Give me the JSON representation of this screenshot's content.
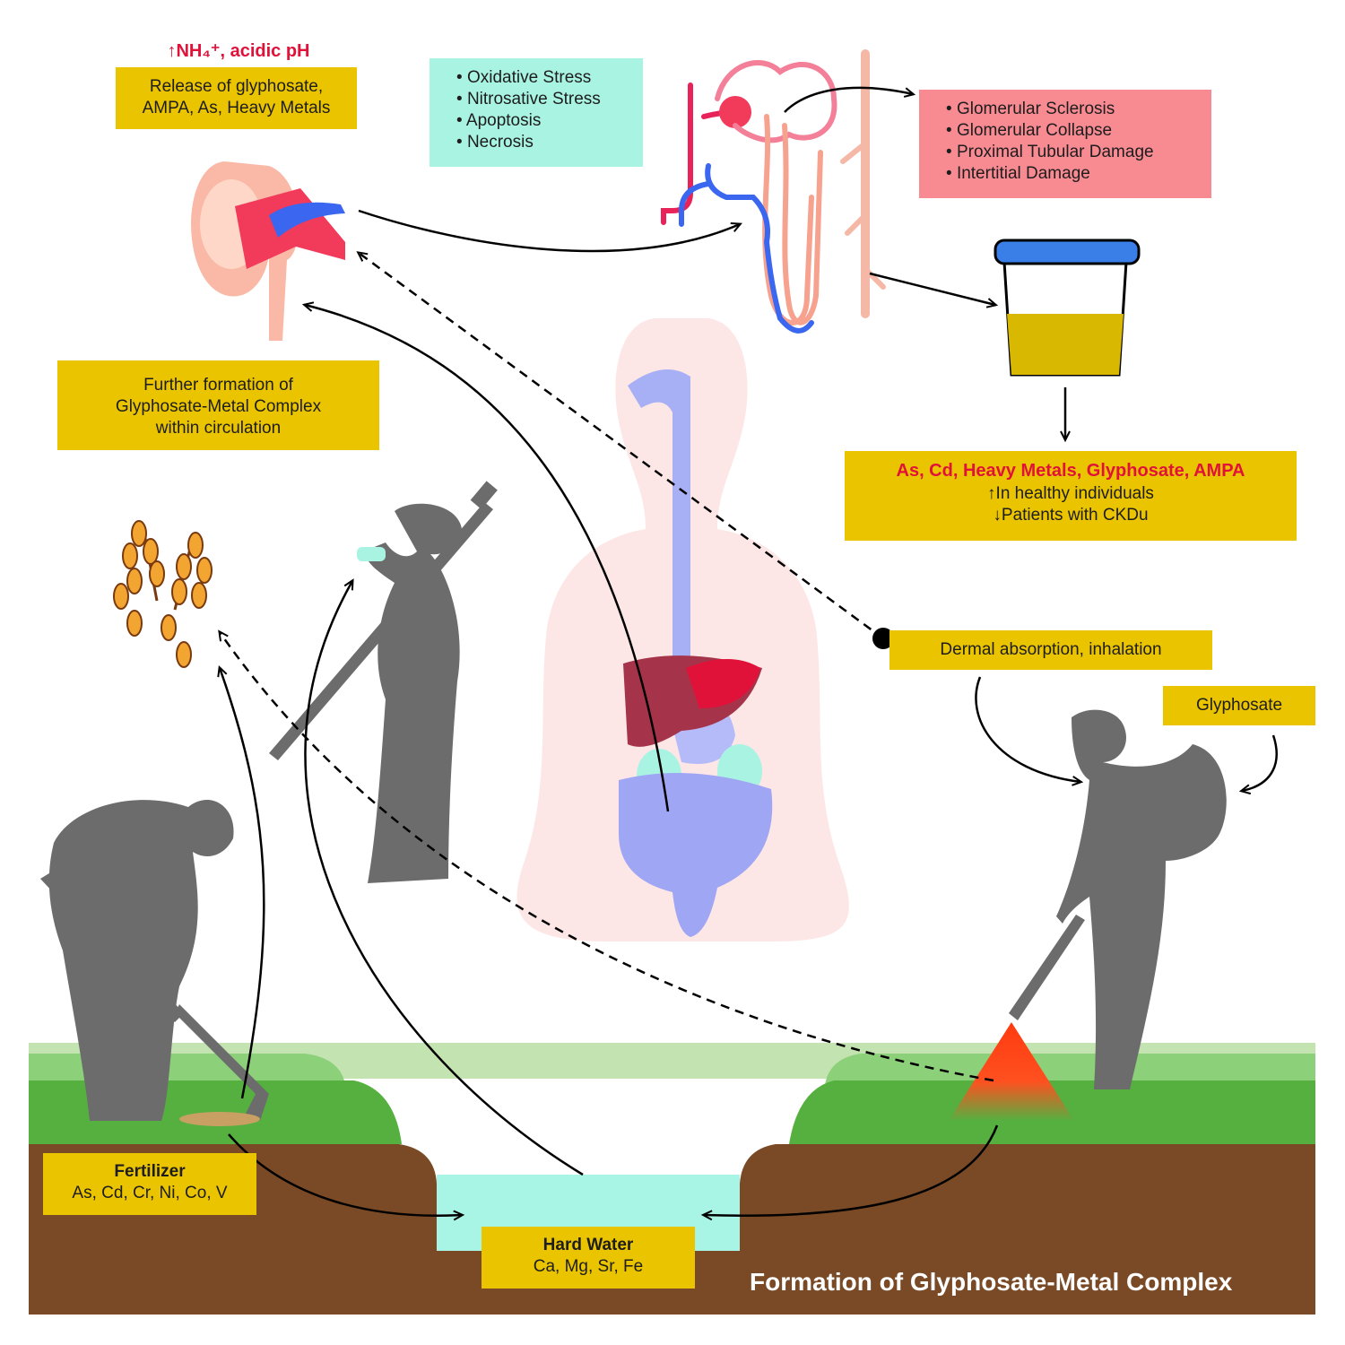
{
  "top_note": {
    "text": "↑NH₄⁺, acidic pH"
  },
  "release_box": {
    "line1": "Release of glyphosate,",
    "line2": "AMPA, As, Heavy Metals"
  },
  "stress_box": {
    "items": [
      "Oxidative Stress",
      "Nitrosative Stress",
      "Apoptosis",
      "Necrosis"
    ]
  },
  "damage_box": {
    "items": [
      "Glomerular Sclerosis",
      "Glomerular Collapse",
      "Proximal Tubular Damage",
      "Intertitial Damage"
    ]
  },
  "formation_box": {
    "line1": "Further formation of",
    "line2": "Glyphosate-Metal Complex",
    "line3": "within circulation"
  },
  "urine_result_box": {
    "title": "As, Cd, Heavy Metals, Glyphosate, AMPA",
    "line2": "↑In healthy individuals",
    "line3": "↓Patients with CKDu"
  },
  "dermal_box": {
    "text": "Dermal absorption, inhalation"
  },
  "glyphosate_box": {
    "text": "Glyphosate"
  },
  "fertilizer_box": {
    "title": "Fertilizer",
    "subtitle": "As, Cd, Cr, Ni, Co, V"
  },
  "hard_water_box": {
    "title": "Hard Water",
    "subtitle": "Ca, Mg, Sr, Fe"
  },
  "footer": {
    "title": "Formation of Glyphosate-Metal Complex"
  },
  "colors": {
    "yellow": "#ebc400",
    "mint": "#a9f3e2",
    "pink": "#f88a92",
    "soil": "#7a4a26",
    "grass": "#55b040",
    "water": "#a8f5e6",
    "silhouette": "#6c6c6c",
    "accent_red": "#e0123a"
  }
}
